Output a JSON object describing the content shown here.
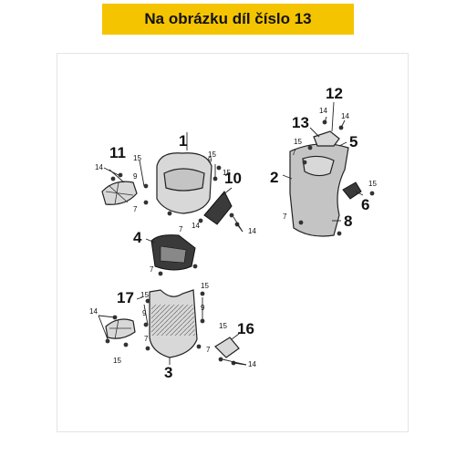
{
  "header": {
    "title": "Na obrázku díl číslo 13",
    "color": "#f5c400"
  },
  "callouts": {
    "c1": "1",
    "c2": "2",
    "c3": "3",
    "c4": "4",
    "c5": "5",
    "c6": "6",
    "c8": "8",
    "c10": "10",
    "c11": "11",
    "c12": "12",
    "c13": "13",
    "c16": "16",
    "c17": "17"
  },
  "small_labels": {
    "n7": "7",
    "n9": "9",
    "n14": "14",
    "n15": "15"
  }
}
